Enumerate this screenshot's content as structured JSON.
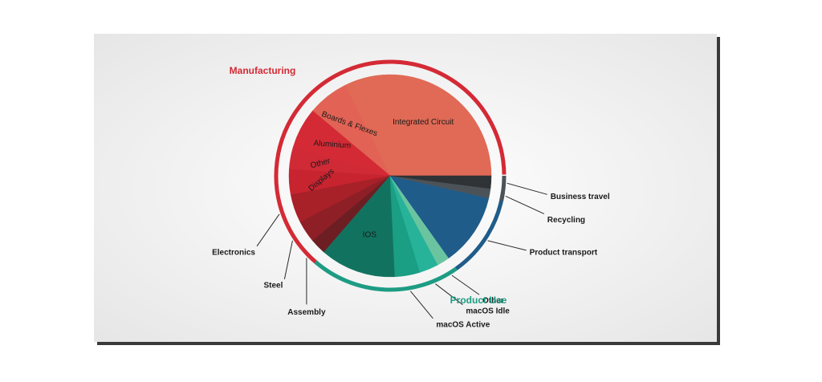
{
  "chart_data": {
    "type": "pie",
    "groups": [
      {
        "key": "manufacturing",
        "name": "Manufacturing",
        "color": "#d42a35"
      },
      {
        "key": "use",
        "name": "Product Use",
        "color": "#1d9c83"
      }
    ],
    "slices": [
      {
        "label": "Integrated Circuit",
        "value": 32.0,
        "color": "#e06a55",
        "group": "manufacturing",
        "label_pos": "inside"
      },
      {
        "label": "Boards & Flexes",
        "value": 6.5,
        "color": "#e26355",
        "group": "manufacturing",
        "label_pos": "inside"
      },
      {
        "label": "Aluminium",
        "value": 6.5,
        "color": "#d42a35",
        "group": "manufacturing",
        "label_pos": "inside"
      },
      {
        "label": "Other",
        "value": 3.5,
        "color": "#d02a36",
        "group": "manufacturing",
        "label_pos": "inside"
      },
      {
        "label": "Displays",
        "value": 4.0,
        "color": "#c72430",
        "group": "manufacturing",
        "label_pos": "inside"
      },
      {
        "label": "Electronics",
        "value": 4.5,
        "color": "#a82028",
        "group": "manufacturing",
        "label_pos": "outside"
      },
      {
        "label": "Steel",
        "value": 3.5,
        "color": "#8e1f27",
        "group": "manufacturing",
        "label_pos": "outside"
      },
      {
        "label": "Assembly",
        "value": 2.5,
        "color": "#6d1e23",
        "group": "manufacturing",
        "label_pos": "outside"
      },
      {
        "label": "IOS",
        "value": 12.0,
        "color": "#11735f",
        "group": "use",
        "label_pos": "inside"
      },
      {
        "label": "macOS Active",
        "value": 4.0,
        "color": "#1a9e84",
        "group": "use",
        "label_pos": "outside"
      },
      {
        "label": "macOS Idle",
        "value": 3.0,
        "color": "#27b39a",
        "group": "use",
        "label_pos": "outside"
      },
      {
        "label": "Other",
        "value": 2.0,
        "color": "#6bc4a0",
        "group": "use",
        "label_pos": "outside"
      },
      {
        "label": "Product transport",
        "value": 11.5,
        "color": "#1f5c8a",
        "group": "transport",
        "label_pos": "outside"
      },
      {
        "label": "Recycling",
        "value": 1.5,
        "color": "#4c5358",
        "group": "other",
        "label_pos": "outside"
      },
      {
        "label": "Business travel",
        "value": 2.0,
        "color": "#2f3336",
        "group": "other",
        "label_pos": "outside"
      }
    ],
    "title": "",
    "legend": "none"
  }
}
